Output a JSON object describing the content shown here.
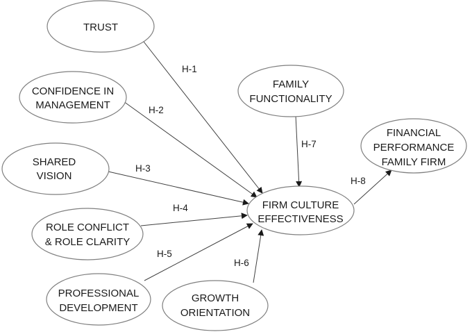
{
  "nodes": {
    "trust": [
      "TRUST"
    ],
    "confidence": [
      "CONFIDENCE IN",
      "MANAGEMENT"
    ],
    "shared": [
      "SHARED",
      "VISION"
    ],
    "role": [
      "ROLE CONFLICT",
      "& ROLE CLARITY"
    ],
    "professional": [
      "PROFESSIONAL",
      "DEVELOPMENT"
    ],
    "growth": [
      "GROWTH",
      "ORIENTATION"
    ],
    "family": [
      "FAMILY",
      "FUNCTIONALITY"
    ],
    "firm": [
      "FIRM CULTURE",
      "EFFECTIVENESS"
    ],
    "financial": [
      "FINANCIAL",
      "PERFORMANCE",
      "FAMILY FIRM"
    ]
  },
  "edges": {
    "h1": "H-1",
    "h2": "H-2",
    "h3": "H-3",
    "h4": "H-4",
    "h5": "H-5",
    "h6": "H-6",
    "h7": "H-7",
    "h8": "H-8"
  }
}
